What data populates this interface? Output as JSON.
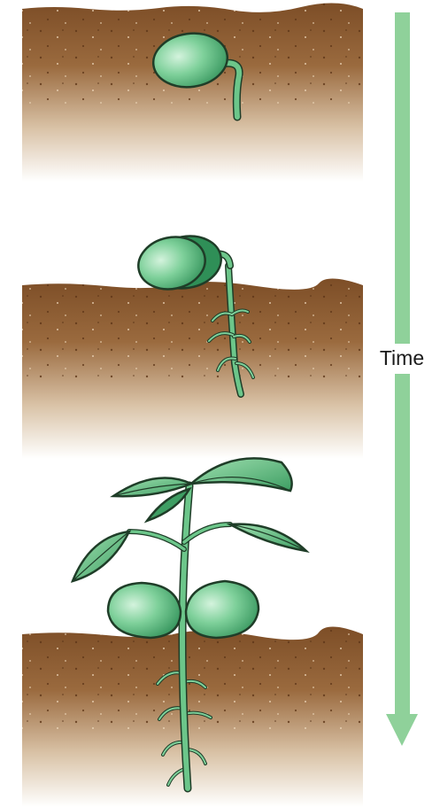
{
  "time_arrow": {
    "label": "Time",
    "color": "#8fd19a"
  },
  "stages": [
    {
      "name": "seed-germinating",
      "order": 1
    },
    {
      "name": "seedling-emerging",
      "order": 2
    },
    {
      "name": "young-plant",
      "order": 3
    }
  ],
  "colors": {
    "soil_dark": "#84532a",
    "soil_light": "#ffffff",
    "plant_green": "#6cc68a",
    "plant_dark": "#2e8a56",
    "outline": "#1f3d28"
  }
}
